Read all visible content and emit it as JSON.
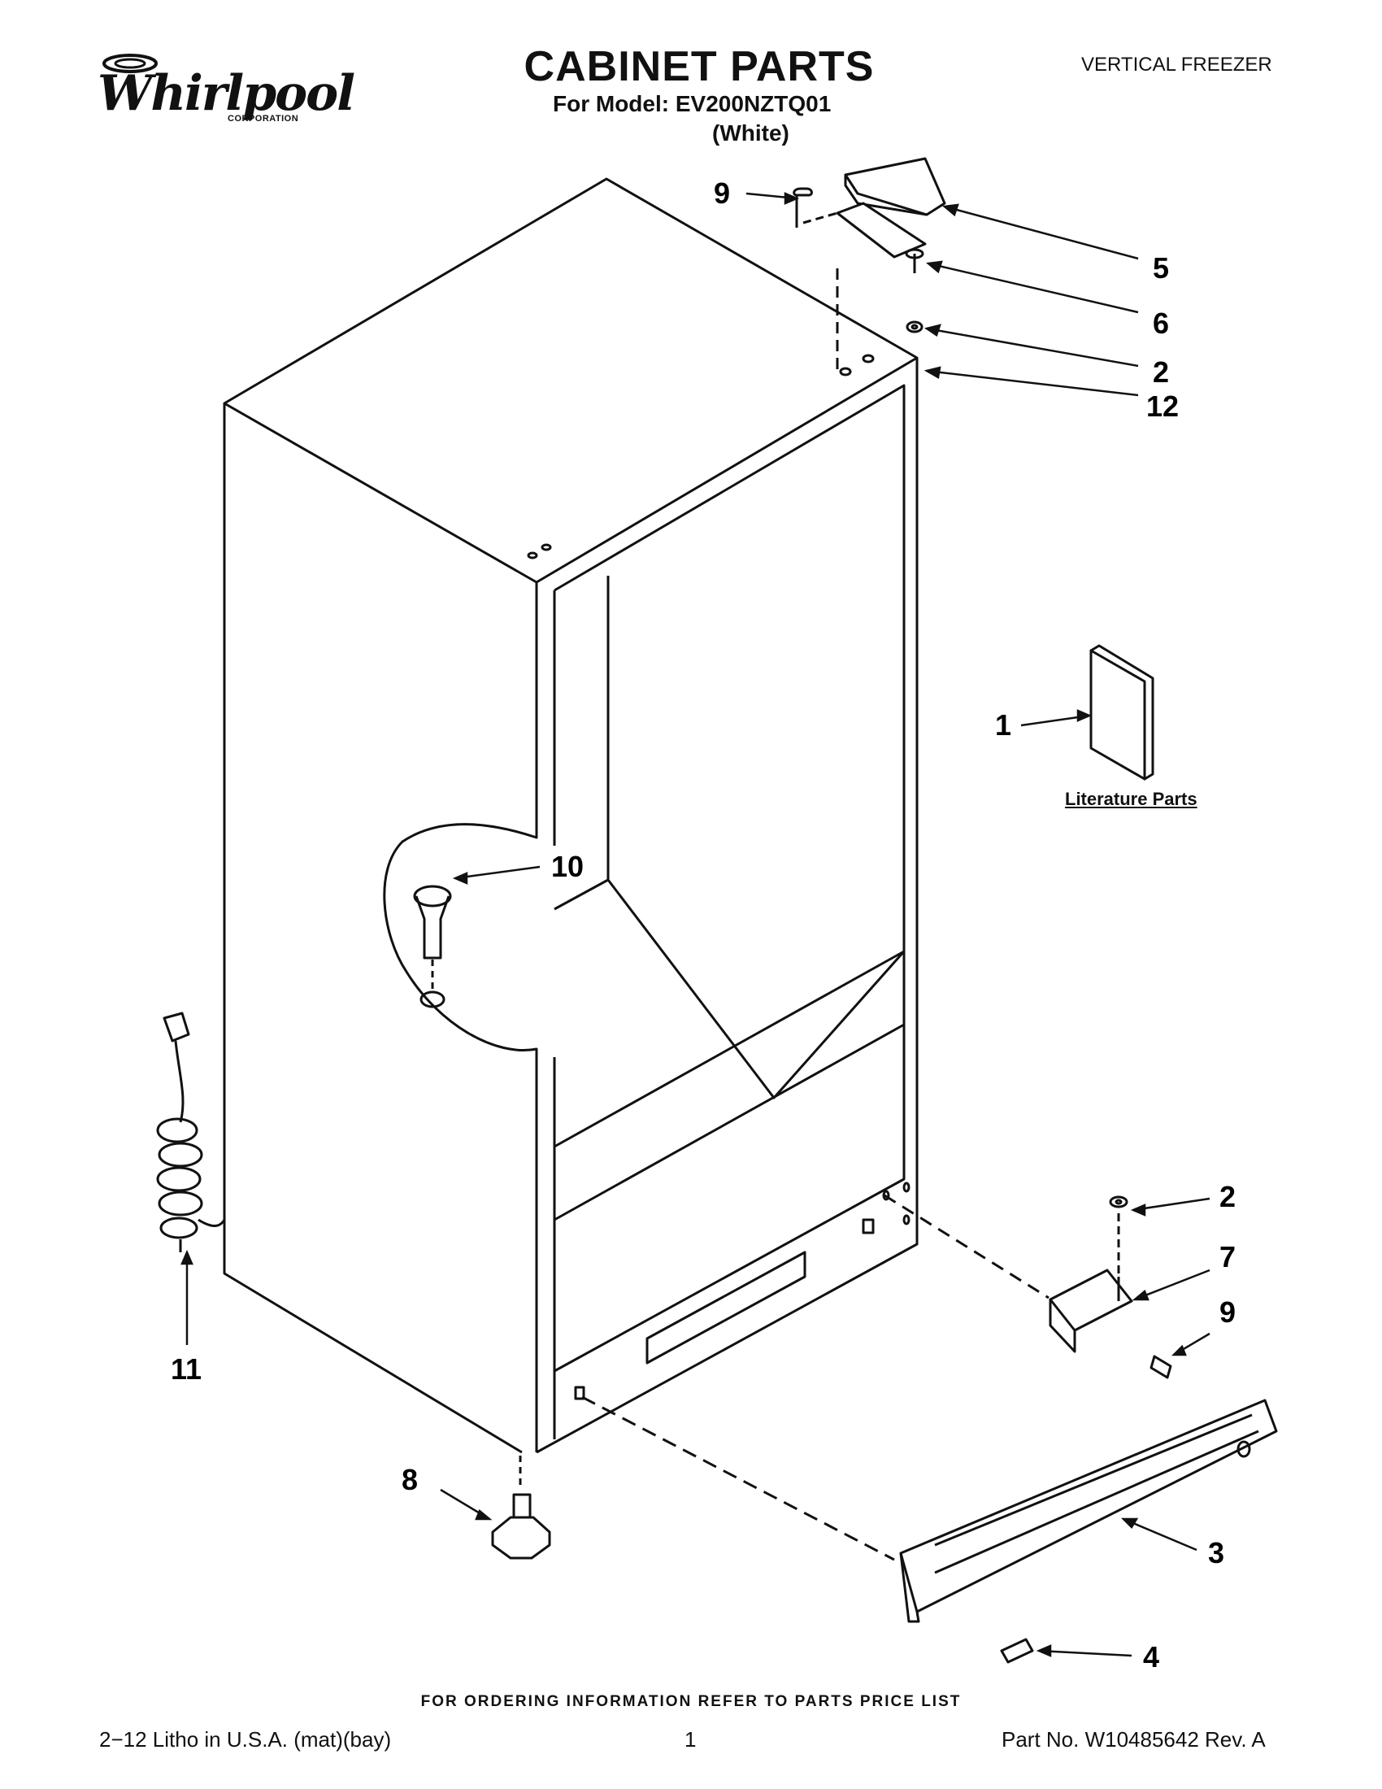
{
  "header": {
    "brand": "Whirlpool",
    "brand_sub": "CORPORATION",
    "title": "CABINET PARTS",
    "model_line": "For Model: EV200NZTQ01",
    "color_line": "(White)",
    "product_type": "VERTICAL FREEZER"
  },
  "diagram": {
    "callouts": [
      "9",
      "5",
      "6",
      "2",
      "12",
      "1",
      "10",
      "11",
      "2",
      "7",
      "9",
      "8",
      "3",
      "4"
    ],
    "literature_label": "Literature Parts"
  },
  "footer": {
    "ordering_note": "FOR ORDERING INFORMATION REFER TO PARTS PRICE LIST",
    "litho": "2−12 Litho in U.S.A. (mat)(bay)",
    "page_number": "1",
    "part_number": "Part No. W10485642 Rev. A"
  }
}
